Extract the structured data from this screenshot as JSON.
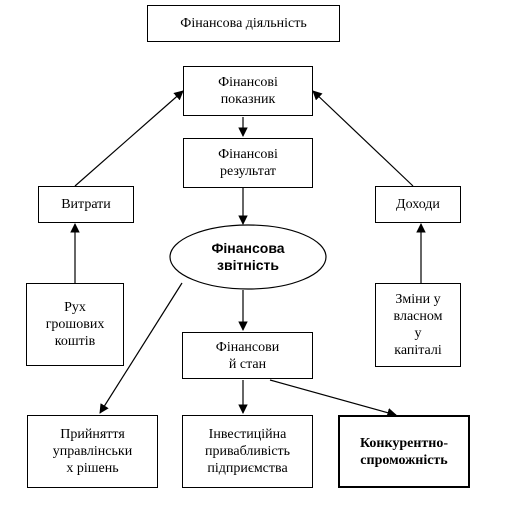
{
  "diagram": {
    "nodes": {
      "financial_activity": "Фінансова діяльність",
      "financial_indicators": "Фінансові\nпоказник",
      "financial_results": "Фінансові\nрезультат",
      "expenses": "Витрати",
      "income": "Доходи",
      "financial_reporting": "Фінансова\nзвітність",
      "cash_flow": "Рух\nгрошових\nкоштів",
      "equity_changes": "Зміни у\nвласном\nу\nкапіталі",
      "financial_state": "Фінансови\nй стан",
      "management_decisions": "Прийняття\nуправлінськи\nх рішень",
      "investment_attractiveness": "Інвестиційна\nпривабливість\nпідприємства",
      "competitiveness": "Конкурентно-\nспроможність"
    }
  }
}
